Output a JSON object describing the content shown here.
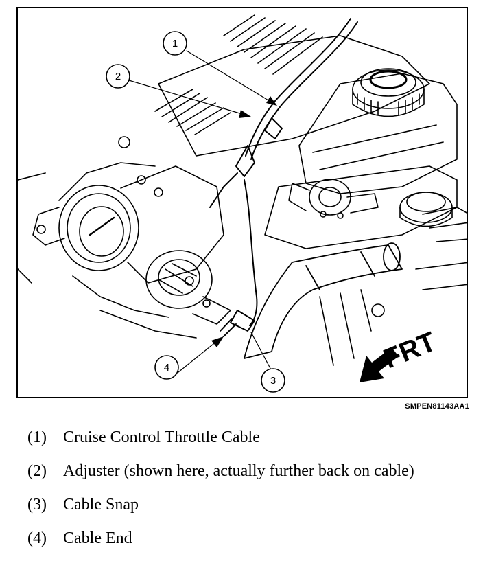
{
  "figure": {
    "callouts": [
      "1",
      "2",
      "3",
      "4"
    ],
    "direction_label": "FRT",
    "code": "SMPEN81143AA1"
  },
  "legend": [
    {
      "num": "(1)",
      "text": "Cruise Control Throttle Cable"
    },
    {
      "num": "(2)",
      "text": "Adjuster (shown here, actually further back on cable)"
    },
    {
      "num": "(3)",
      "text": "Cable Snap"
    },
    {
      "num": "(4)",
      "text": "Cable End"
    }
  ]
}
